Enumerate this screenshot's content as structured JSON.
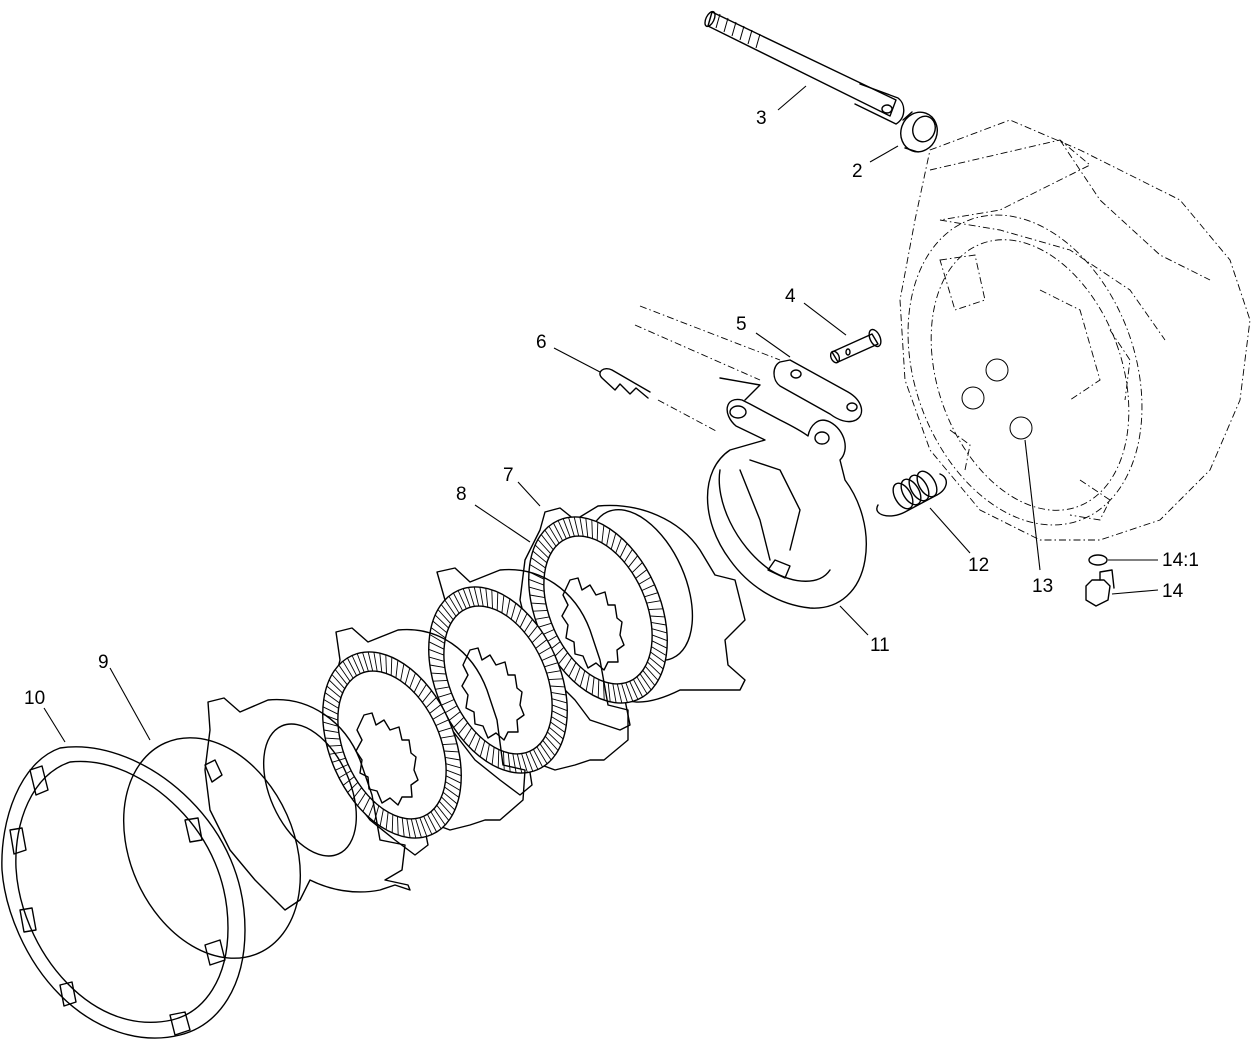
{
  "callouts": [
    {
      "id": "c3",
      "text": "3"
    },
    {
      "id": "c2",
      "text": "2"
    },
    {
      "id": "c4",
      "text": "4"
    },
    {
      "id": "c5",
      "text": "5"
    },
    {
      "id": "c6",
      "text": "6"
    },
    {
      "id": "c7",
      "text": "7"
    },
    {
      "id": "c8",
      "text": "8"
    },
    {
      "id": "c9",
      "text": "9"
    },
    {
      "id": "c10",
      "text": "10"
    },
    {
      "id": "c11",
      "text": "11"
    },
    {
      "id": "c12",
      "text": "12"
    },
    {
      "id": "c13",
      "text": "13"
    },
    {
      "id": "c14a",
      "text": "14:1"
    },
    {
      "id": "c14",
      "text": "14"
    }
  ]
}
